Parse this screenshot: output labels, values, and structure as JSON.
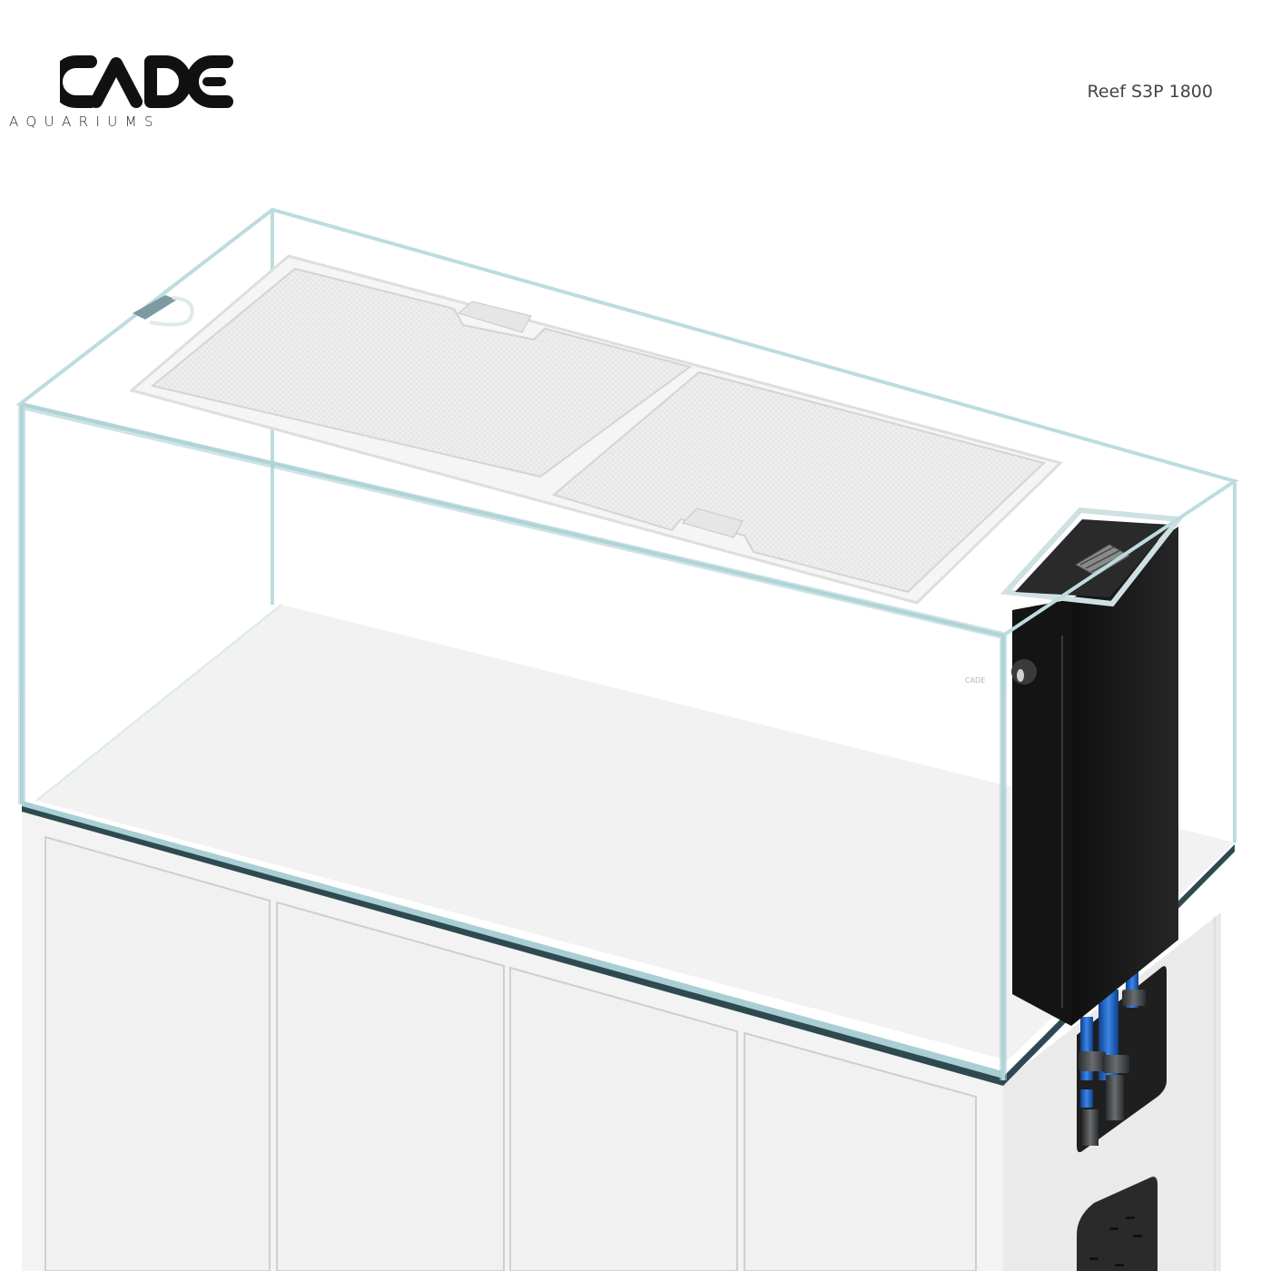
{
  "brand": {
    "name": "CADE",
    "subtitle": "AQUARIUMS",
    "tank_etch": "CADE"
  },
  "product": {
    "model": "Reef S3P 1800"
  },
  "scene": {
    "icons": [
      "cade-logo",
      "glass-tank",
      "mesh-lid",
      "overflow-box",
      "plumbing-pipes",
      "cabinet"
    ],
    "colors": {
      "glass_edge": "#bcdcdf",
      "glass_dark": "#2e4a50",
      "cabinet": "#f0f0f0",
      "overflow": "#1c1c1c",
      "pipe_blue": "#1e63c8",
      "pipe_fitting": "#3a3d40",
      "logo": "#111111"
    },
    "cabinet_doors": 4
  }
}
